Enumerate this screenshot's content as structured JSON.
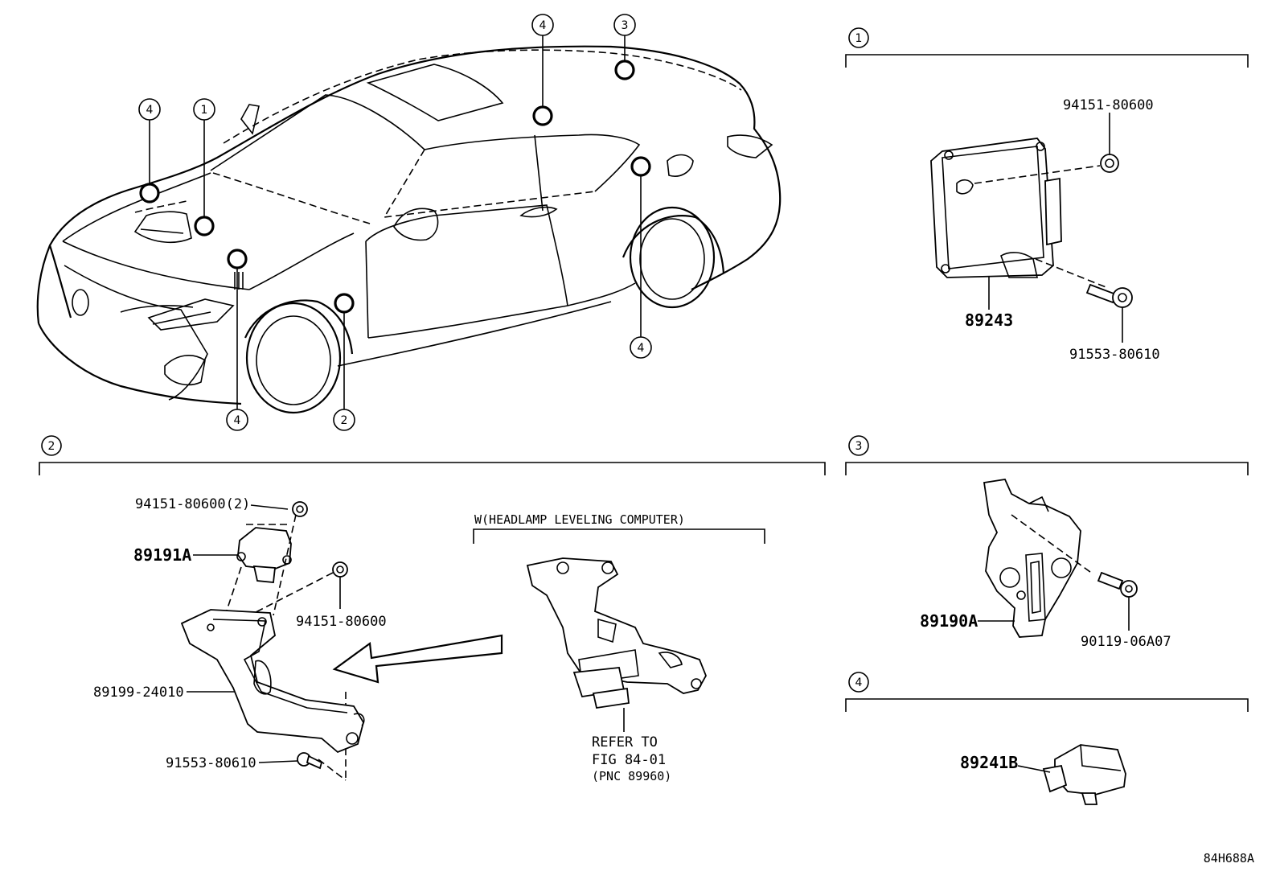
{
  "diagram_code": "84H688A",
  "callouts": {
    "c1": "1",
    "c2": "2",
    "c3": "3",
    "c4": "4"
  },
  "sections": {
    "s1": {
      "number": "1",
      "parts": {
        "bolt_top": "94151-80600",
        "computer": "89243",
        "bolt_bottom": "91553-80610"
      }
    },
    "s2": {
      "number": "2",
      "parts": {
        "nut_top": "94151-80600(2)",
        "sensor": "89191A",
        "nut_mid": "94151-80600",
        "bracket": "89199-24010",
        "bolt": "91553-80610"
      },
      "sub_header": "W(HEADLAMP LEVELING COMPUTER)",
      "refer_line1": "REFER TO",
      "refer_line2": "FIG 84-01",
      "refer_line3": "(PNC 89960)"
    },
    "s3": {
      "number": "3",
      "parts": {
        "bracket": "89190A",
        "bolt": "90119-06A07"
      }
    },
    "s4": {
      "number": "4",
      "parts": {
        "sensor": "89241B"
      }
    }
  }
}
